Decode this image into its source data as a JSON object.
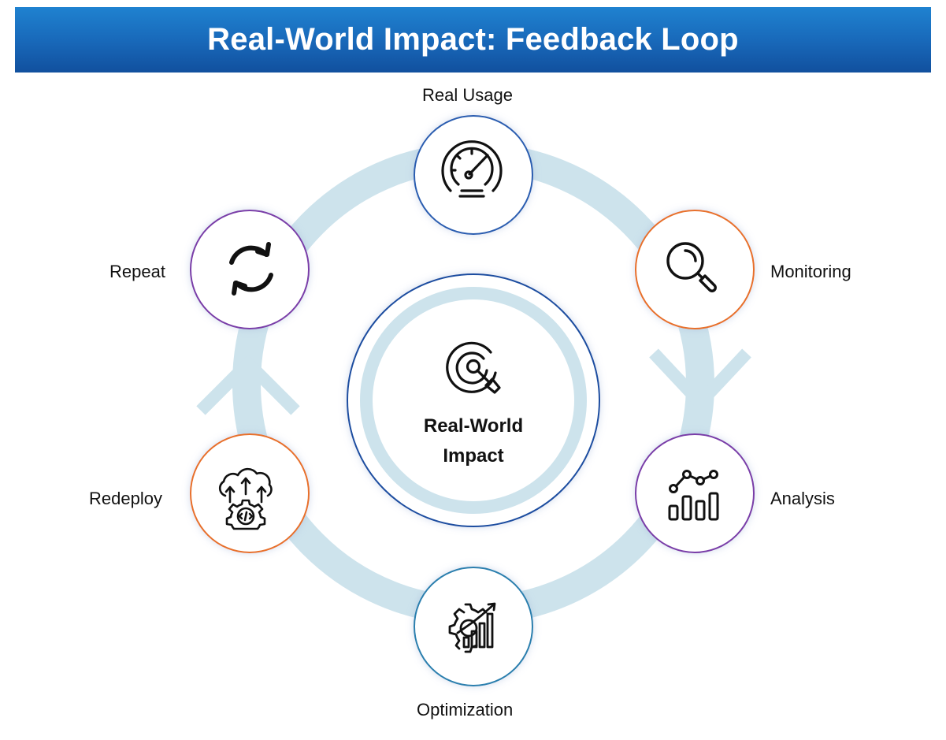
{
  "header": {
    "title": "Real-World Impact: Feedback Loop"
  },
  "center": {
    "line1": "Real-World",
    "line2": "Impact",
    "icon": "target-icon",
    "border_color": "#1d4ea0"
  },
  "nodes": [
    {
      "label": "Real Usage",
      "icon": "speedometer-icon",
      "border_color": "#2a5db0"
    },
    {
      "label": "Monitoring",
      "icon": "magnifier-icon",
      "border_color": "#e8702a"
    },
    {
      "label": "Analysis",
      "icon": "line-bar-chart-icon",
      "border_color": "#7a3ea8"
    },
    {
      "label": "Optimization",
      "icon": "gear-growth-chart-icon",
      "border_color": "#2a7fae"
    },
    {
      "label": "Redeploy",
      "icon": "cloud-code-deploy-icon",
      "border_color": "#e8702a"
    },
    {
      "label": "Repeat",
      "icon": "refresh-cycle-icon",
      "border_color": "#7a3ea8"
    }
  ],
  "colors": {
    "ring": "#cde3ec",
    "header": "#1867b8"
  }
}
